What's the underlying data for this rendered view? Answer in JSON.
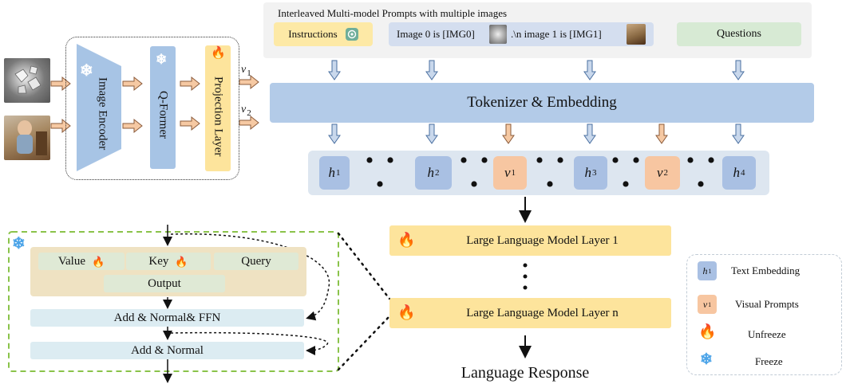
{
  "prompt_panel": {
    "title": "Interleaved  Multi-model Prompts with multiple images",
    "instructions_label": "Instructions",
    "image_seq_part1": "Image 0 is  [IMG0]",
    "image_seq_part2": ".\\n  image 1 is [IMG1]",
    "questions_label": "Questions"
  },
  "vision": {
    "image_encoder_label": "Image Encoder",
    "qformer_label": "Q-Former",
    "projection_label": "Projection Layer",
    "v1_base": "v",
    "v1_sub": "1",
    "v2_base": "v",
    "v2_sub": "2"
  },
  "tokenizer_label": "Tokenizer & Embedding",
  "token_seq": [
    {
      "base": "h",
      "sub": "1"
    },
    {
      "base": "h",
      "sub": "2"
    },
    {
      "base": "v",
      "sub": "1"
    },
    {
      "base": "h",
      "sub": "3"
    },
    {
      "base": "v",
      "sub": "2"
    },
    {
      "base": "h",
      "sub": "4"
    }
  ],
  "dots": "• • •",
  "llm": {
    "layer_1_label": "Large Language Model Layer 1",
    "layer_n_label": "Large Language Model Layer n",
    "response_label": "Language Response"
  },
  "detail": {
    "value_label": "Value",
    "key_label": "Key",
    "query_label": "Query",
    "output_label": "Output",
    "add_norm_ffn_label": "Add & Normal& FFN",
    "add_norm_label": "Add & Normal"
  },
  "legend": {
    "text_embedding_label": "Text Embedding",
    "visual_prompts_label": "Visual Prompts",
    "unfreeze_label": "Unfreeze",
    "freeze_label": "Freeze",
    "h1_base": "h",
    "h1_sub": "1",
    "v1_base": "v",
    "v1_sub": "1"
  },
  "icons": {
    "flame": "🔥",
    "snowflake": "❄",
    "openai": "openai-logo-icon"
  },
  "colors": {
    "panel_bg": "#f2f2f2",
    "instructions_bg": "#fde9a6",
    "image_seq_bg": "#d4deef",
    "questions_bg": "#d7ead4",
    "tokenizer_bg": "#b3cbe8",
    "token_seq_bg": "#dde6f0",
    "h_token": "#a9c0e3",
    "v_token": "#f7c6a1",
    "llm_layer": "#fde49c",
    "encoder": "#a7c4e5",
    "projection": "#fde49c",
    "attn_bg": "#efe2c2",
    "attn_inner": "#dfe9d5",
    "addnorm_bg": "#dcecf2",
    "arrow_blue": "#c9d8ec",
    "arrow_orange": "#f5c8a2",
    "green_dash": "#8ac34a"
  }
}
